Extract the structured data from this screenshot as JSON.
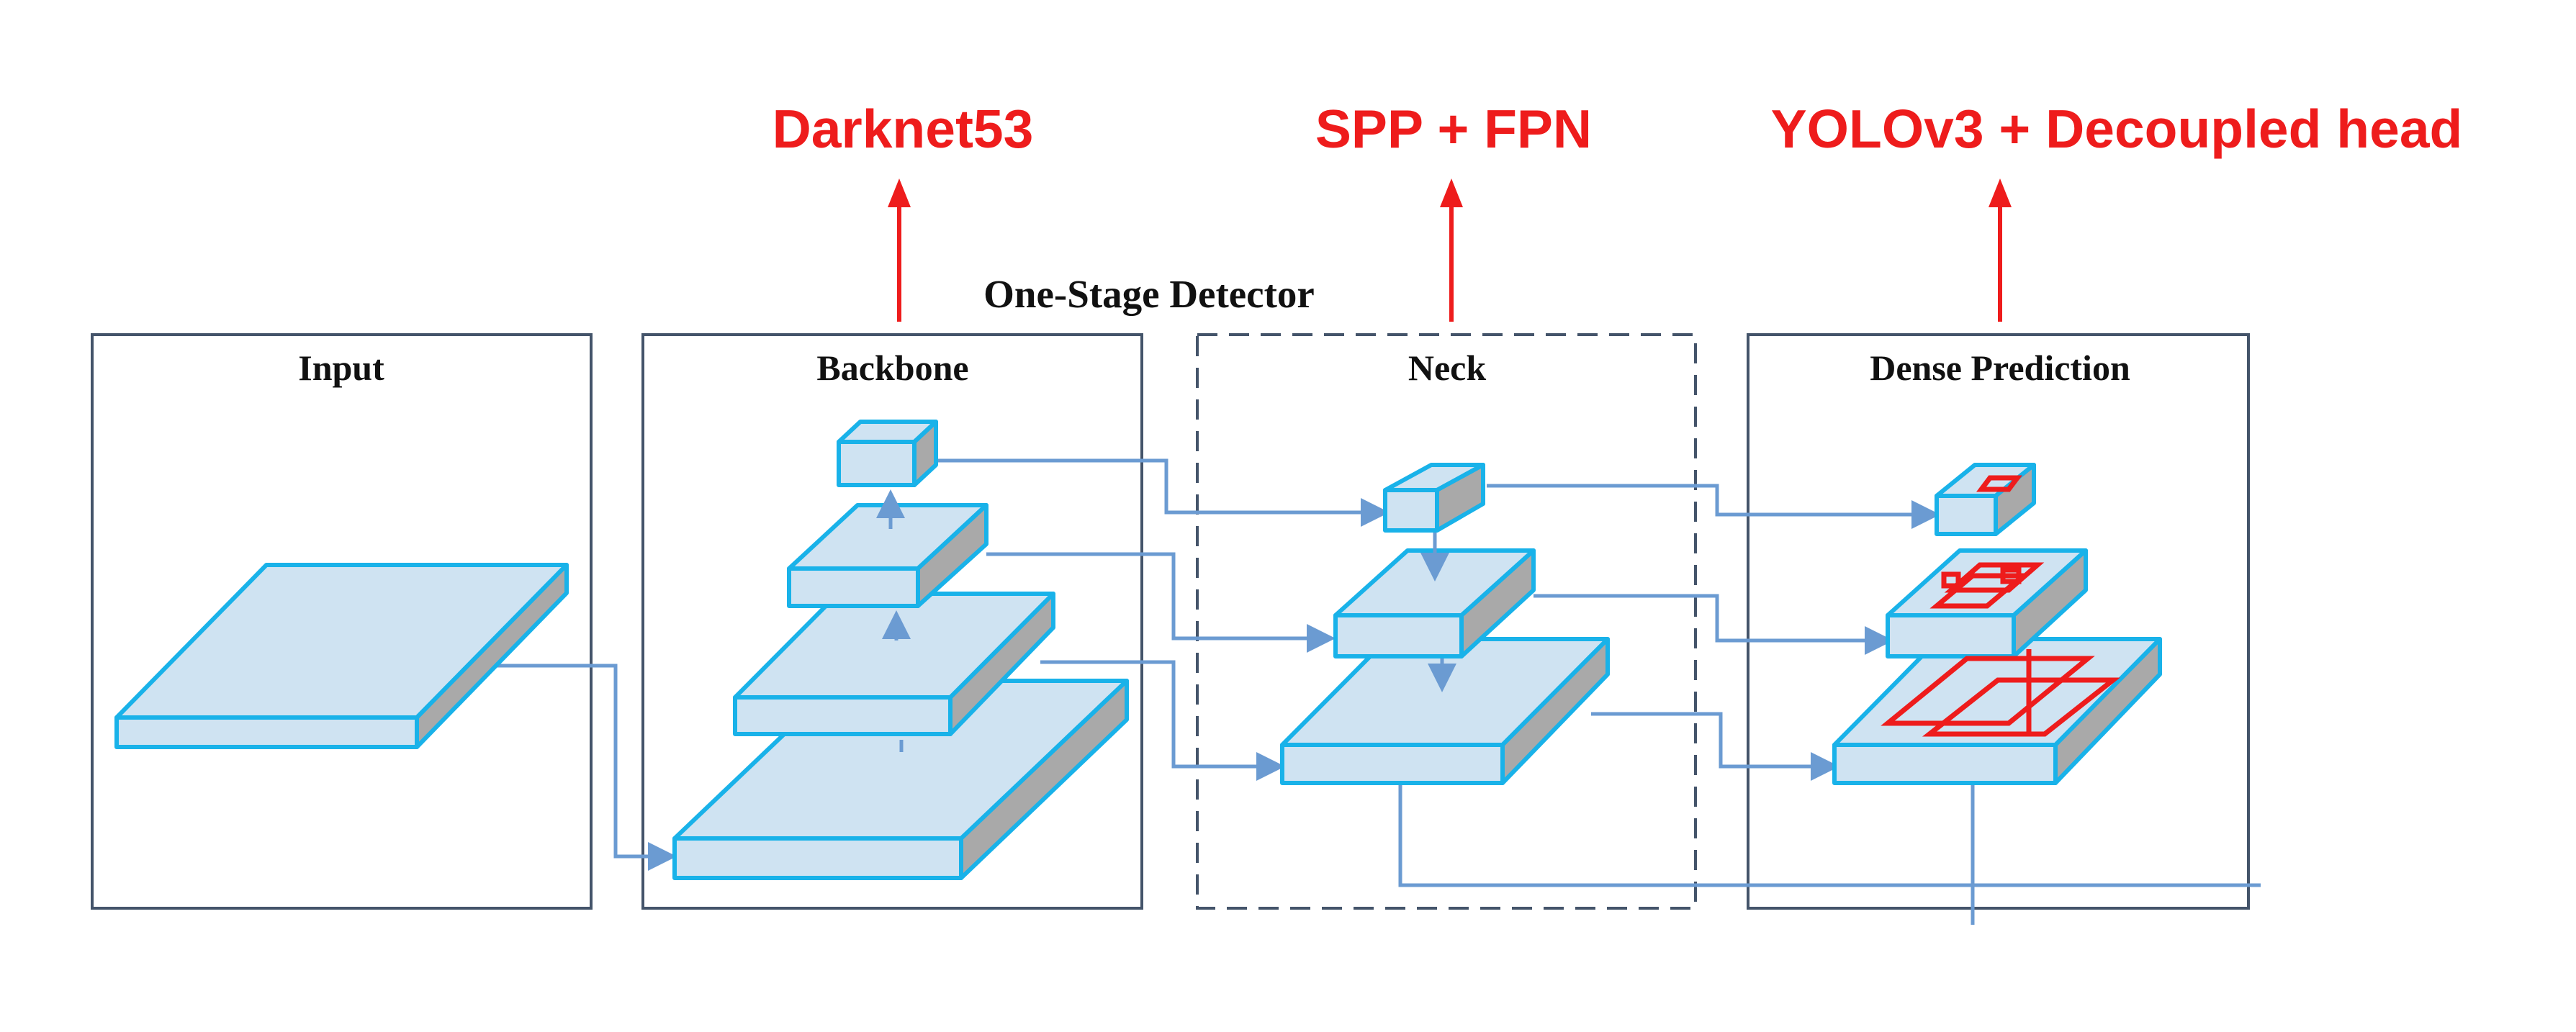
{
  "annotations": {
    "backbone_model": "Darknet53",
    "neck_model": "SPP + FPN",
    "head_model": "YOLOv3 + Decoupled head"
  },
  "title": "One-Stage Detector",
  "panels": {
    "input": "Input",
    "backbone": "Backbone",
    "neck": "Neck",
    "dense_prediction": "Dense Prediction"
  },
  "colors": {
    "annotation": "#ee1c1c",
    "block_fill": "#cfe3f2",
    "block_edge": "#19b2e9",
    "block_side": "#a9a9a9",
    "connector": "#6b9bd2",
    "frame": "#44546a"
  }
}
